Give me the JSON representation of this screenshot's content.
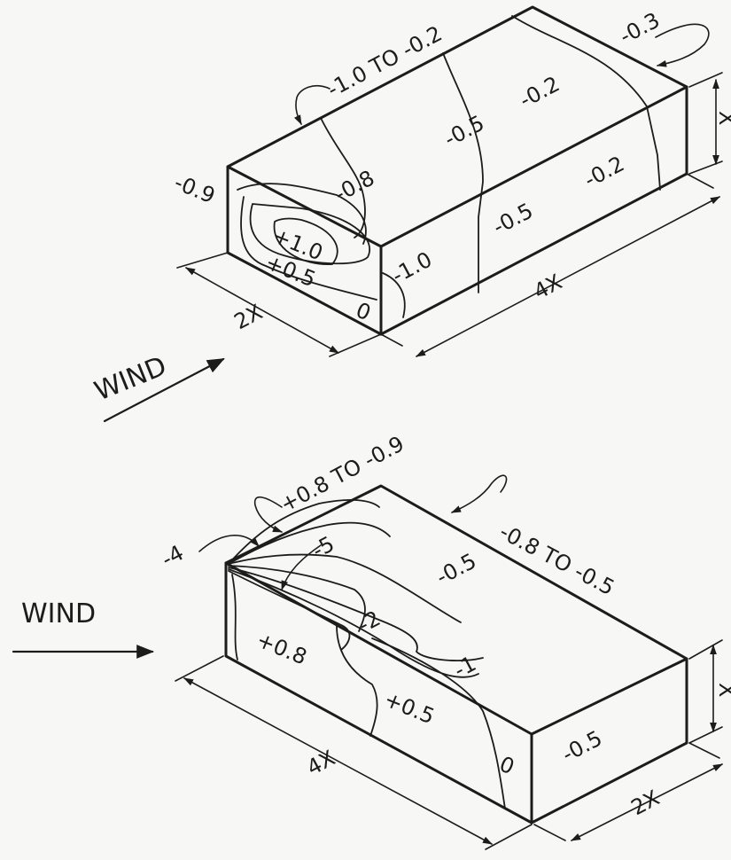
{
  "colors": {
    "ink": "#1c1c1c",
    "paper": "#f7f7f5"
  },
  "diagram_top": {
    "wind_label": "WIND",
    "dims": {
      "width": "2X",
      "length": "4X",
      "height": "X"
    },
    "labels": {
      "roof_range": "-1.0 TO -0.2",
      "roof_corner": "-0.3",
      "roof_a": "-0.8",
      "roof_b": "-0.5",
      "roof_c": "-0.2",
      "front_left": "-0.9",
      "face_max": "+1.0",
      "face_mid": "+0.5",
      "face_zero": "0",
      "side_a": "-1.0",
      "side_b": "-0.5",
      "side_c": "-0.2"
    }
  },
  "diagram_bottom": {
    "wind_label": "WIND",
    "dims": {
      "length": "4X",
      "width": "2X",
      "height": "X"
    },
    "labels": {
      "roof_range_left": "+0.8 TO -0.9",
      "roof_range_right": "-0.8 TO -0.5",
      "corner": "-4",
      "roof_a": "-5",
      "roof_b": "-0.5",
      "roof_c": "-2",
      "roof_d": "-1",
      "face_a": "+0.8",
      "face_b": "+0.5",
      "face_zero": "0",
      "end_face": "-0.5"
    }
  }
}
